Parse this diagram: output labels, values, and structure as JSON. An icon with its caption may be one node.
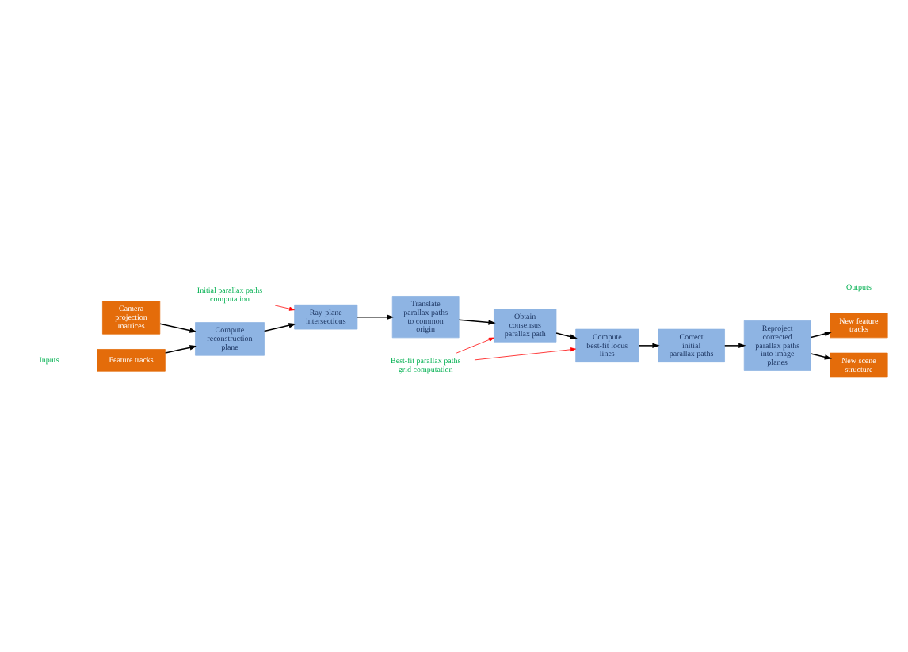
{
  "diagram": {
    "nodes": [
      {
        "text": [
          "Feature tracks"
        ]
      },
      {
        "text": [
          "Camera projection matrices"
        ]
      },
      {
        "text": [
          "Compute reconstruction plane"
        ]
      },
      {
        "text": [
          "Ray-plane intersections"
        ]
      },
      {
        "text": [
          "Translate parallax paths to common origin"
        ]
      },
      {
        "text": [
          "Initial parallax paths computation"
        ]
      },
      {
        "text": [
          "Best-fit parallax paths grid computation"
        ]
      },
      {
        "text": [
          "Obtain consensus parallax path"
        ]
      },
      {
        "text": [
          "Compute best-fit locus lines"
        ]
      },
      {
        "text": [
          "Correct initial parallax paths"
        ]
      },
      {
        "text": [
          "Reproject corrected parallax paths into image planes"
        ]
      },
      {
        "text": [
          "New feature tracks"
        ]
      },
      {
        "text": [
          "New scene structure"
        ]
      }
    ],
    "edges": [
      {
        "from": 0,
        "to": 2,
        "arrow": "to"
      },
      {
        "from": 1,
        "to": 2,
        "arrow": "to"
      },
      {
        "from": 2,
        "to": 3,
        "arrow": "to"
      },
      {
        "from": 5,
        "to": 3,
        "arrow": "to",
        "color": "#ff0000"
      },
      {
        "from": 3,
        "to": 4,
        "arrow": "to"
      },
      {
        "from": 4,
        "to": 7,
        "arrow": "to"
      },
      {
        "from": 6,
        "to": 7,
        "arrow": "to",
        "color": "#ff0000"
      },
      {
        "from": 6,
        "to": 8,
        "arrow": "to",
        "color": "#ff0000"
      },
      {
        "from": 7,
        "to": 8,
        "arrow": "to"
      },
      {
        "from": 8,
        "to": 9,
        "arrow": "to"
      },
      {
        "from": 9,
        "to": 10,
        "arrow": "to"
      },
      {
        "from": 10,
        "to": 11,
        "arrow": "to"
      },
      {
        "from": 10,
        "to": 12,
        "arrow": "to"
      }
    ],
    "labels": [
      "Inputs",
      "Outputs"
    ]
  }
}
